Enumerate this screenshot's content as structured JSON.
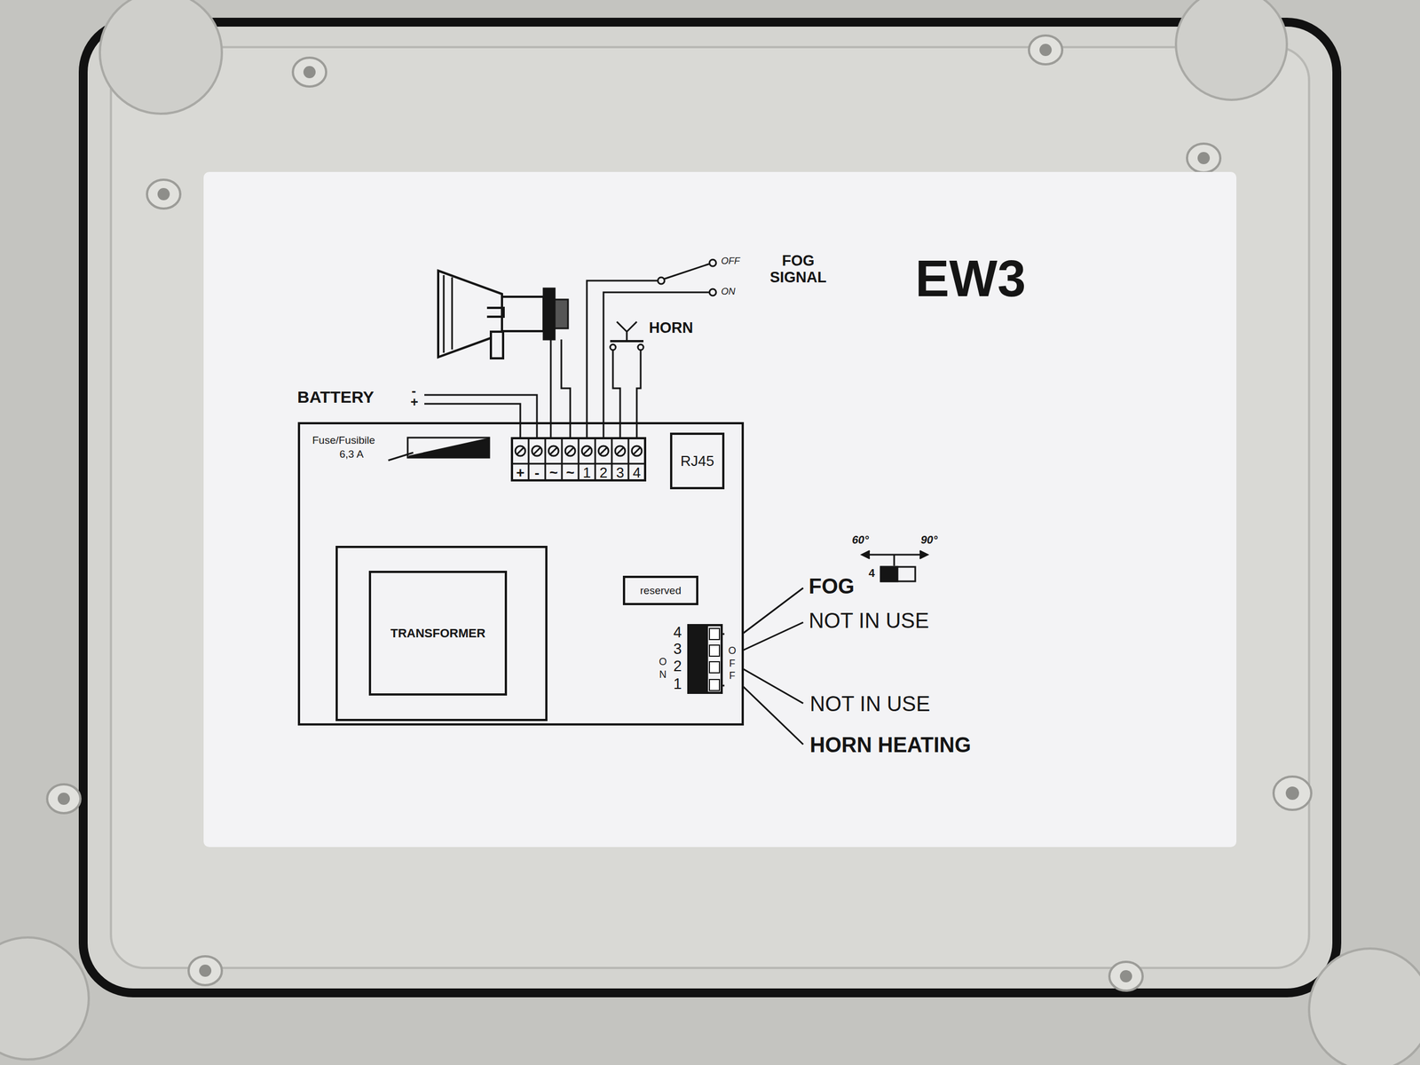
{
  "diagram": {
    "title": "EW3",
    "nodes": [
      {
        "text": [
          "RJ45"
        ]
      },
      {
        "text": [
          "TRANSFORMER"
        ]
      },
      {
        "text": [
          "reserved"
        ]
      }
    ],
    "labels": [
      "FOG SIGNAL",
      "OFF",
      "ON",
      "HORN",
      "BATTERY",
      "-",
      "+",
      "Fuse/Fusibile",
      "6,3 A",
      "+",
      "-",
      "~",
      "~",
      "1",
      "2",
      "3",
      "4",
      "60°",
      "90°",
      "4",
      "FOG",
      "NOT IN USE",
      "4",
      "3",
      "2",
      "1",
      "ON",
      "OFF",
      "NOT IN USE",
      "HORN HEATING"
    ]
  }
}
